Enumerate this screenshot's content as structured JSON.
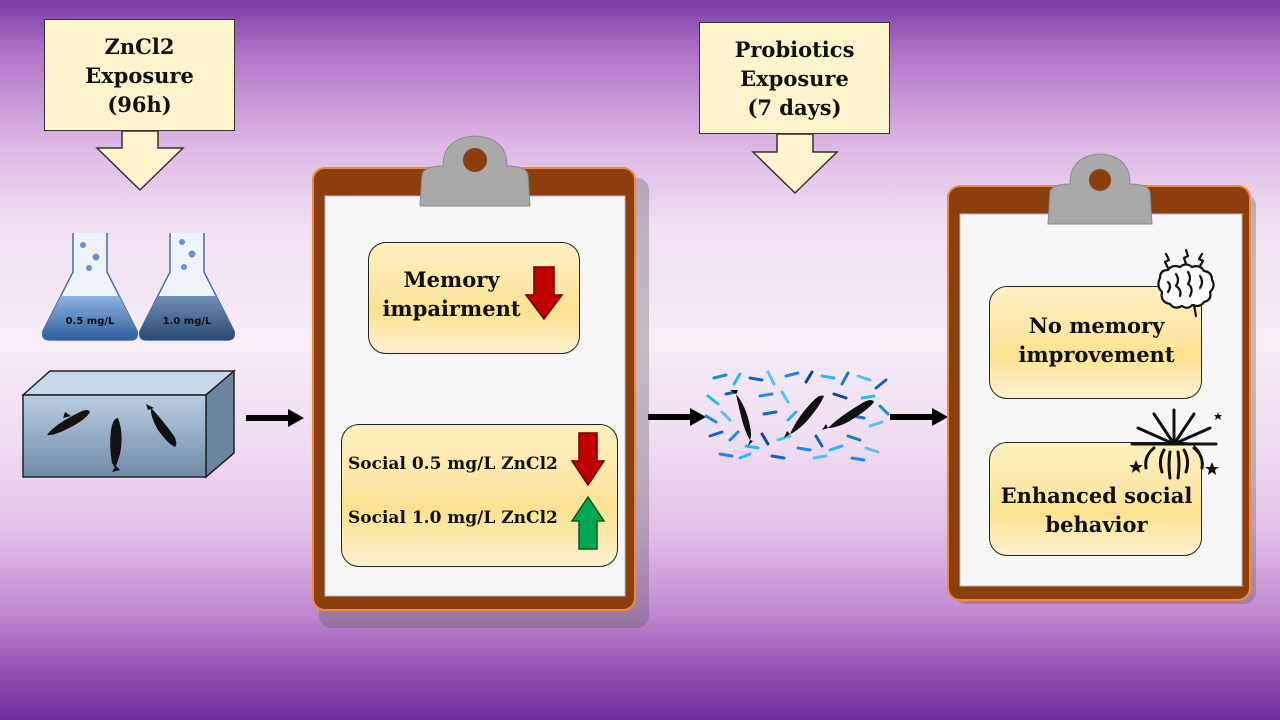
{
  "callouts": {
    "zncl2": {
      "line1": "ZnCl2",
      "line2": "Exposure",
      "line3": "(96h)"
    },
    "probiotics": {
      "line1": "Probiotics",
      "line2": "Exposure",
      "line3": "(7 days)"
    }
  },
  "flasks": [
    {
      "label": "0.5 mg/L",
      "color": "#4a7bb8"
    },
    {
      "label": "1.0 mg/L",
      "color": "#3a5f8c"
    }
  ],
  "clipboard1": {
    "memory": {
      "line1": "Memory",
      "line2": "impairment",
      "trend": "down"
    },
    "social": [
      {
        "label": "Social 0.5 mg/L ZnCl2",
        "trend": "down"
      },
      {
        "label": "Social 1.0 mg/L ZnCl2",
        "trend": "up"
      }
    ]
  },
  "clipboard2": {
    "memory": {
      "line1": "No memory",
      "line2": "improvement",
      "icon": "brain-icon"
    },
    "social": {
      "line1": "Enhanced social",
      "line2": "behavior",
      "icon": "fireworks-icon"
    }
  },
  "colors": {
    "arrow_down": "#c00000",
    "arrow_up": "#00a651",
    "clipboard_border": "#7b3a10",
    "callout_fill": "#fdf3cd",
    "tank": "#8aa3bd"
  }
}
